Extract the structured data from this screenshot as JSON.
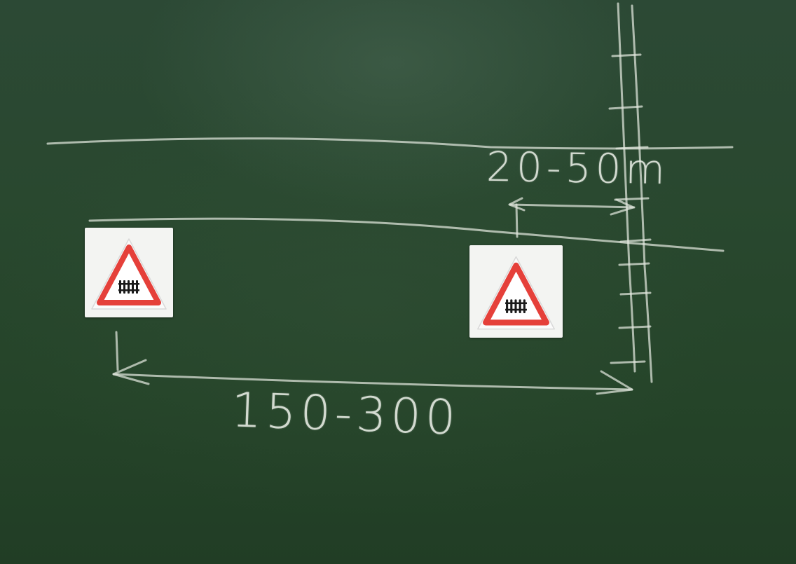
{
  "board": {
    "upper_distance_label": "20-50m",
    "lower_distance_label": "150-300"
  },
  "signs": [
    {
      "type": "railway-crossing-warning",
      "border_color": "#e5403a",
      "symbol": "fence-icon"
    },
    {
      "type": "railway-crossing-warning",
      "border_color": "#e5403a",
      "symbol": "fence-icon"
    }
  ],
  "colors": {
    "board": "#29482f",
    "chalk": "#e2e8de",
    "sign_red": "#e5403a"
  }
}
